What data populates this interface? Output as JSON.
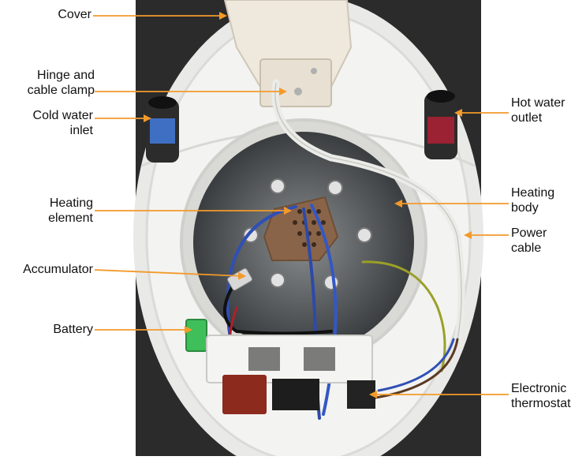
{
  "accent_color": "#F39A2B",
  "labels": {
    "cover": [
      "Cover"
    ],
    "hinge": [
      "Hinge and",
      "cable clamp"
    ],
    "cold_water": [
      "Cold water",
      "inlet"
    ],
    "heating_element": [
      "Heating",
      "element"
    ],
    "accumulator": [
      "Accumulator"
    ],
    "battery": [
      "Battery"
    ],
    "hot_water": [
      "Hot water",
      "outlet"
    ],
    "heating_body": [
      "Heating",
      "body"
    ],
    "power_cable": [
      "Power",
      "cable"
    ],
    "thermostat": [
      "Electronic",
      "thermostat"
    ]
  }
}
